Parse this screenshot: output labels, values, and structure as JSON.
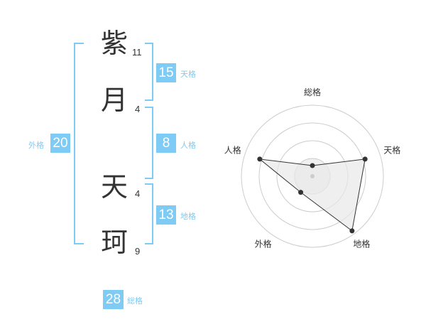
{
  "name_chars": [
    {
      "char": "紫",
      "strokes": "11"
    },
    {
      "char": "月",
      "strokes": "4"
    },
    {
      "char": "天",
      "strokes": "4"
    },
    {
      "char": "珂",
      "strokes": "9"
    }
  ],
  "kaku": {
    "tenkaku": {
      "value": "15",
      "label": "天格"
    },
    "jinkaku": {
      "value": "8",
      "label": "人格"
    },
    "chikaku": {
      "value": "13",
      "label": "地格"
    },
    "gaikaku": {
      "value": "20",
      "label": "外格"
    },
    "soukaku": {
      "value": "28",
      "label": "総格"
    }
  },
  "colors": {
    "accent": "#7ecbf5",
    "text": "#333333",
    "grid": "#cccccc",
    "fill": "#e8e8e8"
  },
  "chart_data": {
    "type": "radar",
    "axes": [
      "総格",
      "天格",
      "地格",
      "外格",
      "人格"
    ],
    "values": [
      0.15,
      0.78,
      0.95,
      0.28,
      0.78
    ],
    "rings": 4
  }
}
